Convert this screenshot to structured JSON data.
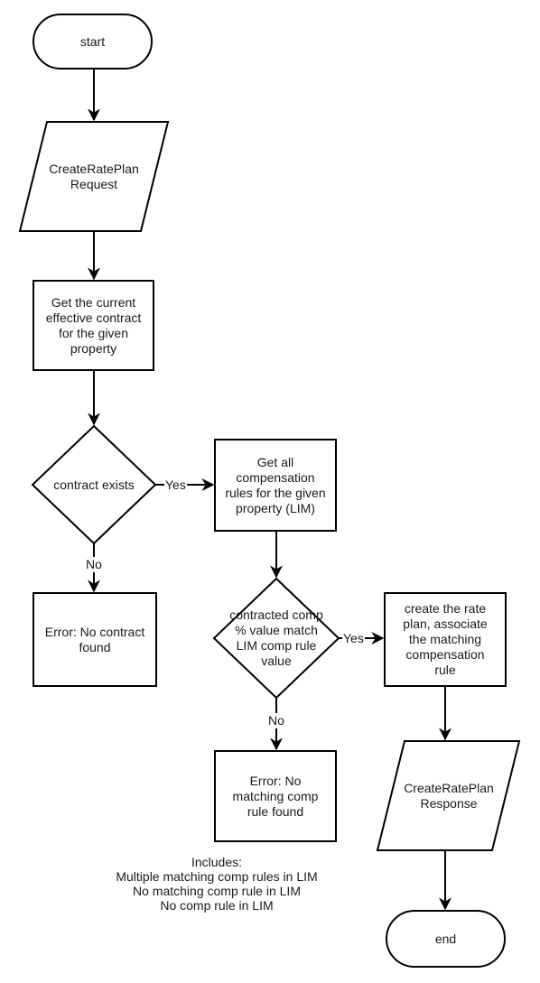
{
  "diagram": {
    "nodes": {
      "start": {
        "label": "start"
      },
      "request": {
        "label": "CreateRatePlan\nRequest"
      },
      "get_contract": {
        "label": "Get the current\neffective contract\nfor the given\nproperty"
      },
      "contract_exists": {
        "label": "contract exists"
      },
      "get_rules": {
        "label": "Get all\ncompensation\nrules for the given\nproperty (LIM)"
      },
      "error_no_contract": {
        "label": "Error: No contract\nfound"
      },
      "comp_match": {
        "label": "contracted comp\n% value match\nLIM comp rule\nvalue"
      },
      "create_plan": {
        "label": "create the rate\nplan, associate\nthe matching\ncompensation\nrule"
      },
      "error_no_rule": {
        "label": "Error: No\nmatching comp\nrule found"
      },
      "response": {
        "label": "CreateRatePlan\nResponse"
      },
      "end": {
        "label": "end"
      }
    },
    "edge_labels": {
      "contract_yes": "Yes",
      "contract_no": "No",
      "match_yes": "Yes",
      "match_no": "No"
    },
    "note": {
      "title": "Includes:",
      "lines": [
        "Multiple matching comp rules in LIM",
        "No matching comp rule in LIM",
        "No comp rule in LIM"
      ]
    }
  }
}
